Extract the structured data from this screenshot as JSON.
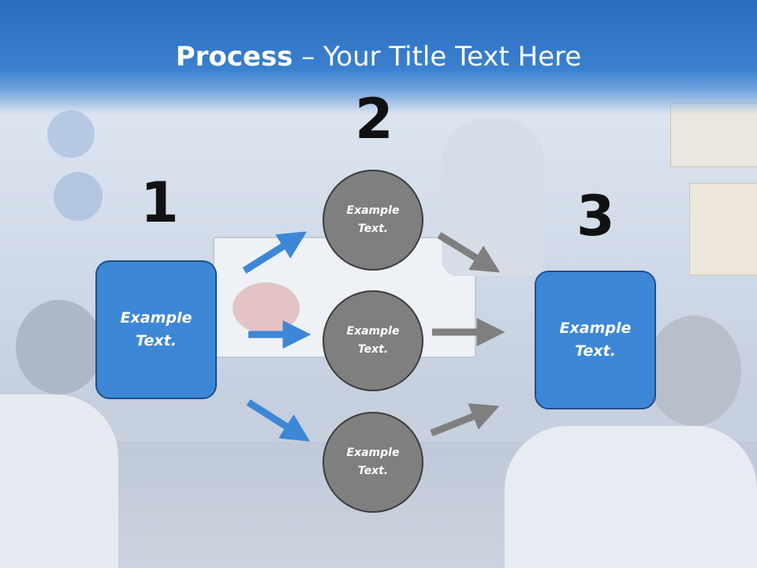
{
  "title": {
    "bold": "Process",
    "rest": " – Your Title Text Here"
  },
  "steps": [
    {
      "number": "1",
      "text": "Example\nText."
    },
    {
      "number": "2"
    },
    {
      "number": "3",
      "text": "Example\nText."
    }
  ],
  "circles": [
    {
      "text": "Example\nText."
    },
    {
      "text": "Example\nText."
    },
    {
      "text": "Example\nText."
    }
  ],
  "colors": {
    "title_band": "#2a6cbc",
    "box_fill": "#3d87d6",
    "box_border": "#1f4f8a",
    "circle_fill": "#7f7f7f",
    "blue_arrow": "#3d87d6",
    "grey_arrow": "#7f7f7f"
  },
  "icons": {
    "arrow": "arrow-right-icon"
  }
}
